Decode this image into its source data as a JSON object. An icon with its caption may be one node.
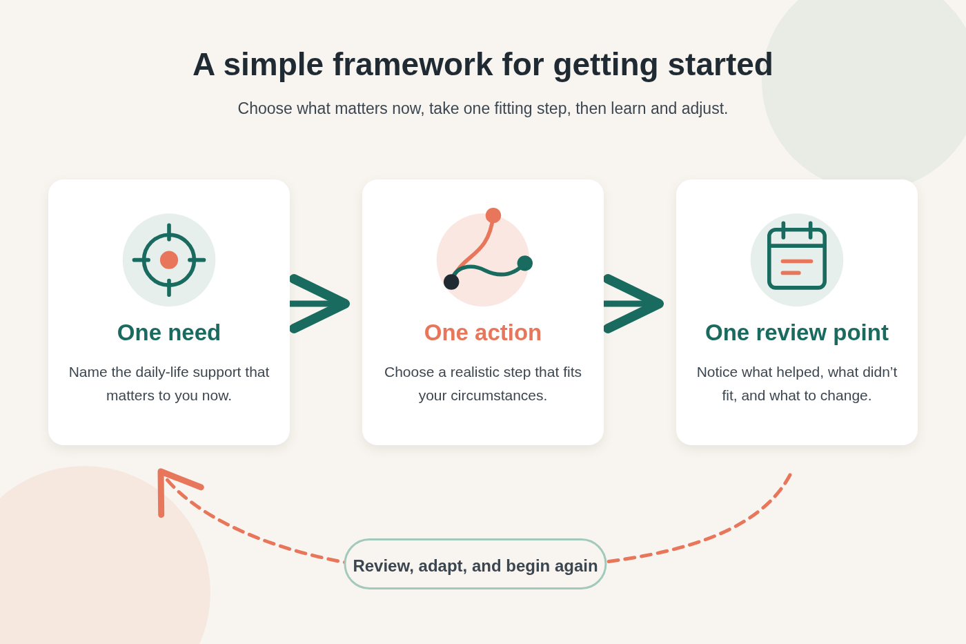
{
  "diagram": {
    "title": "A simple framework for getting started",
    "caption": "Choose what matters now, take one fitting step, then learn and adjust.",
    "nodes": [
      {
        "text": [
          "One need",
          "Name the daily-life support that matters to you now."
        ]
      },
      {
        "text": [
          "One action",
          "Choose a realistic step that fits your circumstances."
        ]
      },
      {
        "text": [
          "One review point",
          "Notice what helped, what didn’t fit, and what to change."
        ]
      }
    ],
    "edges": [
      {
        "from": 0,
        "to": 1,
        "arrow": "to"
      },
      {
        "from": 1,
        "to": 2,
        "arrow": "to"
      },
      {
        "from": 2,
        "to": 0,
        "arrow": "to",
        "style": "dashed",
        "color": "#e8765a",
        "label": "Review, adapt, and begin again"
      }
    ]
  }
}
